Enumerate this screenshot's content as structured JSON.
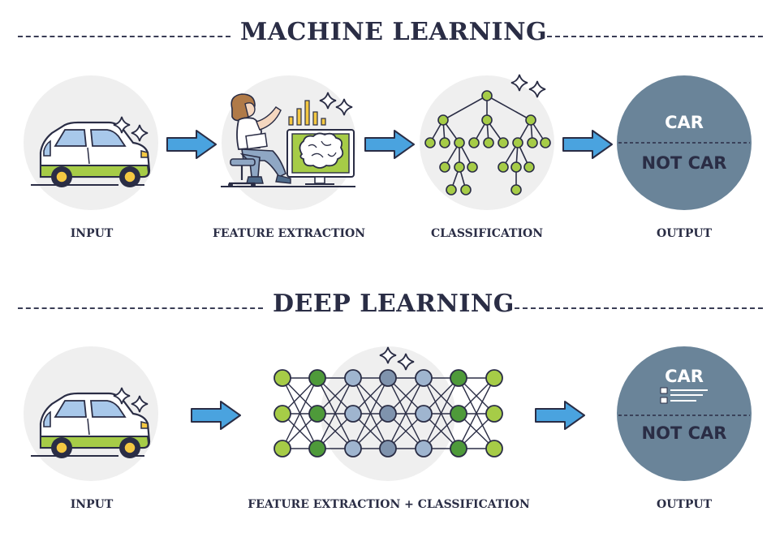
{
  "machine_learning": {
    "title": "MACHINE LEARNING",
    "steps": [
      "INPUT",
      "FEATURE EXTRACTION",
      "CLASSIFICATION",
      "OUTPUT"
    ],
    "output": {
      "top": "CAR",
      "bottom": "NOT CAR"
    }
  },
  "deep_learning": {
    "title": "DEEP LEARNING",
    "steps": [
      "INPUT",
      "FEATURE EXTRACTION + CLASSIFICATION",
      "OUTPUT"
    ],
    "output": {
      "top": "CAR",
      "bottom": "NOT CAR"
    }
  },
  "colors": {
    "accent_green": "#a6cc47",
    "dark_green": "#4e9a3a",
    "arrow_blue": "#4aa3df",
    "output_circle": "#6a8499",
    "node_blue": "#9fb5cf",
    "bg_circle": "#efefef",
    "ink": "#2a2d45"
  }
}
